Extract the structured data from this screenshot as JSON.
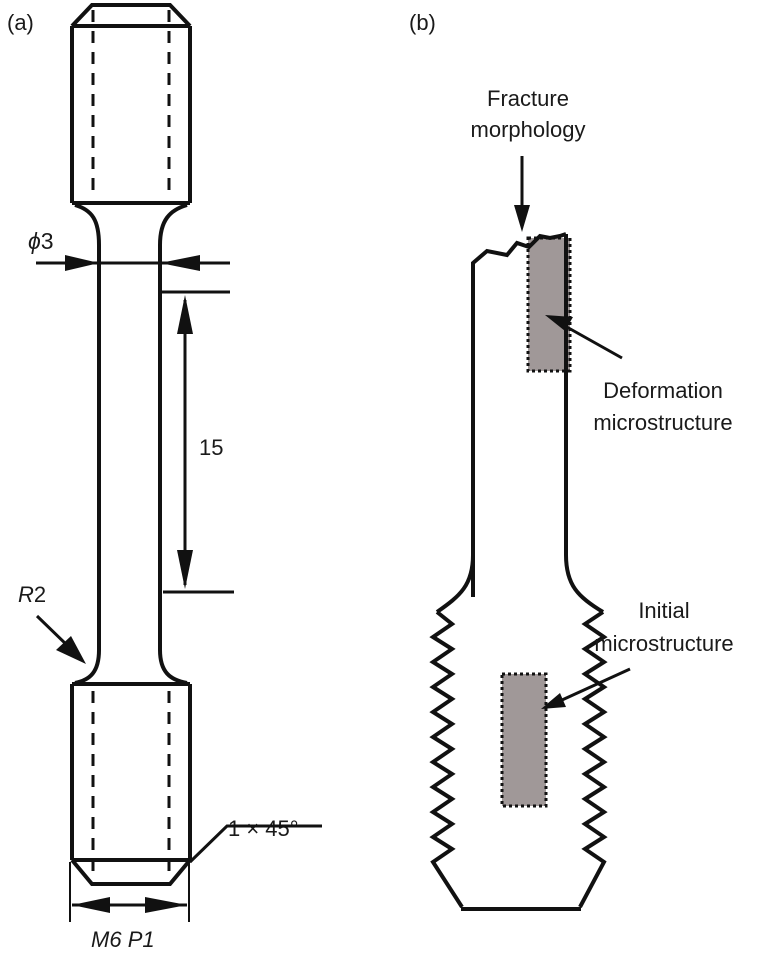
{
  "figure": {
    "panel_a": {
      "label": "(a)",
      "dimensions": {
        "gauge_diameter": {
          "symbol": "ϕ",
          "value": "3"
        },
        "gauge_length": "15",
        "fillet_radius": {
          "prefix": "R",
          "value": "2"
        },
        "chamfer": "1 × 45°",
        "thread": {
          "major": "M6",
          "pitch": "P1"
        }
      }
    },
    "panel_b": {
      "label": "(b)",
      "annotations": {
        "fracture": [
          "Fracture",
          "morphology"
        ],
        "deformation": [
          "Deformation",
          "microstructure"
        ],
        "initial": [
          "Initial",
          "microstructure"
        ]
      },
      "region_fill_color": "#a09898"
    }
  }
}
